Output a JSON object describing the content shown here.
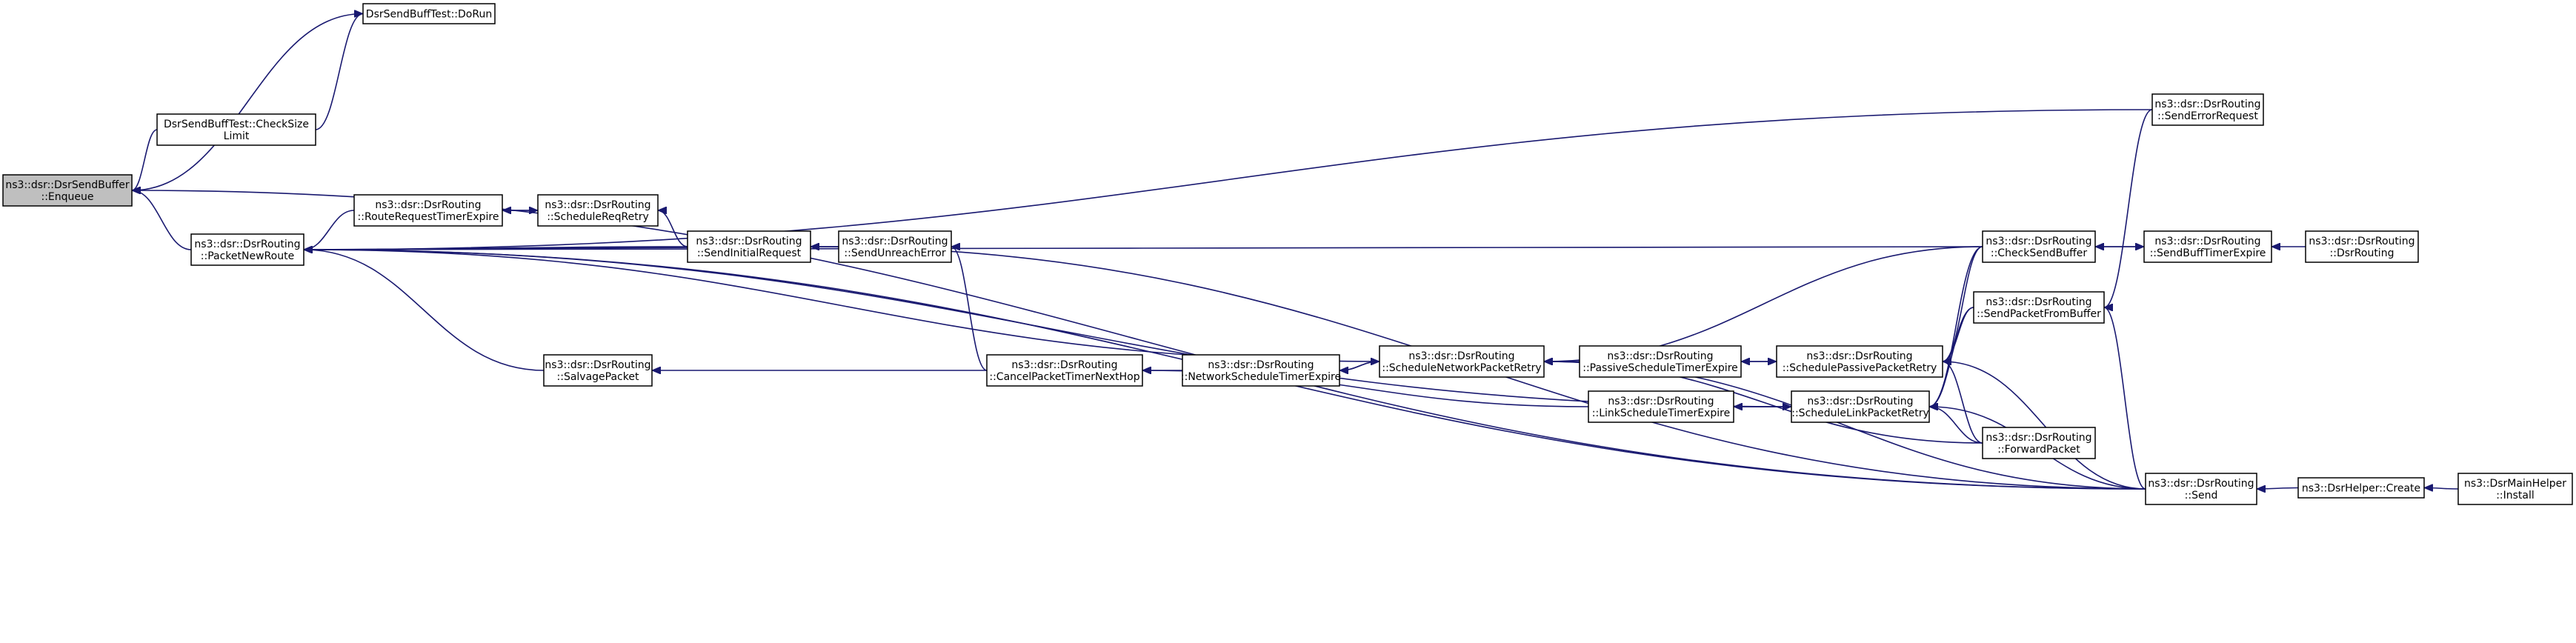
{
  "graph": {
    "nodes": [
      {
        "id": "enqueue",
        "lines": [
          "ns3::dsr::DsrSendBuffer",
          "::Enqueue"
        ],
        "root": true
      },
      {
        "id": "dorun",
        "lines": [
          "DsrSendBuffTest::DoRun"
        ]
      },
      {
        "id": "checksize",
        "lines": [
          "DsrSendBuffTest::CheckSize",
          "Limit"
        ]
      },
      {
        "id": "packetnewroute",
        "lines": [
          "ns3::dsr::DsrRouting",
          "::PacketNewRoute"
        ]
      },
      {
        "id": "routerequesttimerexpire",
        "lines": [
          "ns3::dsr::DsrRouting",
          "::RouteRequestTimerExpire"
        ]
      },
      {
        "id": "schedulereqretry",
        "lines": [
          "ns3::dsr::DsrRouting",
          "::ScheduleReqRetry"
        ]
      },
      {
        "id": "sendinitialrequest",
        "lines": [
          "ns3::dsr::DsrRouting",
          "::SendInitialRequest"
        ]
      },
      {
        "id": "sendunreacherror",
        "lines": [
          "ns3::dsr::DsrRouting",
          "::SendUnreachError"
        ]
      },
      {
        "id": "salvagepacket",
        "lines": [
          "ns3::dsr::DsrRouting",
          "::SalvagePacket"
        ]
      },
      {
        "id": "cancelpackettimernexthop",
        "lines": [
          "ns3::dsr::DsrRouting",
          "::CancelPacketTimerNextHop"
        ]
      },
      {
        "id": "networkscheduletimerexpire",
        "lines": [
          "ns3::dsr::DsrRouting",
          "::NetworkScheduleTimerExpire"
        ]
      },
      {
        "id": "schedulenetworkpacketretry",
        "lines": [
          "ns3::dsr::DsrRouting",
          "::ScheduleNetworkPacketRetry"
        ]
      },
      {
        "id": "passivescheduletimerexpire",
        "lines": [
          "ns3::dsr::DsrRouting",
          "::PassiveScheduleTimerExpire"
        ]
      },
      {
        "id": "schedulepassivepacketretry",
        "lines": [
          "ns3::dsr::DsrRouting",
          "::SchedulePassivePacketRetry"
        ]
      },
      {
        "id": "linkscheduletimerexpire",
        "lines": [
          "ns3::dsr::DsrRouting",
          "::LinkScheduleTimerExpire"
        ]
      },
      {
        "id": "schedulelinkpacketretry",
        "lines": [
          "ns3::dsr::DsrRouting",
          "::ScheduleLinkPacketRetry"
        ]
      },
      {
        "id": "forwardpacket",
        "lines": [
          "ns3::dsr::DsrRouting",
          "::ForwardPacket"
        ]
      },
      {
        "id": "checksendbuffer",
        "lines": [
          "ns3::dsr::DsrRouting",
          "::CheckSendBuffer"
        ]
      },
      {
        "id": "sendpacketfrombuffer",
        "lines": [
          "ns3::dsr::DsrRouting",
          "::SendPacketFromBuffer"
        ]
      },
      {
        "id": "senderrorrequest",
        "lines": [
          "ns3::dsr::DsrRouting",
          "::SendErrorRequest"
        ]
      },
      {
        "id": "sendbufftimerexpire",
        "lines": [
          "ns3::dsr::DsrRouting",
          "::SendBuffTimerExpire"
        ]
      },
      {
        "id": "dsrrouting",
        "lines": [
          "ns3::dsr::DsrRouting",
          "::DsrRouting"
        ]
      },
      {
        "id": "send",
        "lines": [
          "ns3::dsr::DsrRouting",
          "::Send"
        ]
      },
      {
        "id": "helpercreate",
        "lines": [
          "ns3::DsrHelper::Create"
        ]
      },
      {
        "id": "mainhelperinstall",
        "lines": [
          "ns3::DsrMainHelper",
          "::Install"
        ]
      }
    ],
    "edges": [
      {
        "from": "dorun",
        "to": "enqueue"
      },
      {
        "from": "checksize",
        "to": "enqueue"
      },
      {
        "from": "packetnewroute",
        "to": "enqueue"
      },
      {
        "from": "send",
        "to": "enqueue"
      },
      {
        "from": "checksize",
        "to": "dorun"
      },
      {
        "from": "routerequesttimerexpire",
        "to": "packetnewroute"
      },
      {
        "from": "sendinitialrequest",
        "to": "packetnewroute"
      },
      {
        "from": "salvagepacket",
        "to": "packetnewroute"
      },
      {
        "from": "senderrorrequest",
        "to": "packetnewroute"
      },
      {
        "from": "sendunreacherror",
        "to": "packetnewroute"
      },
      {
        "from": "schedulenetworkpacketretry",
        "to": "packetnewroute"
      },
      {
        "from": "schedulelinkpacketretry",
        "to": "packetnewroute"
      },
      {
        "from": "checksendbuffer",
        "to": "packetnewroute"
      },
      {
        "from": "send",
        "to": "packetnewroute"
      },
      {
        "from": "schedulereqretry",
        "to": "routerequesttimerexpire"
      },
      {
        "from": "routerequesttimerexpire",
        "to": "schedulereqretry"
      },
      {
        "from": "sendinitialrequest",
        "to": "schedulereqretry"
      },
      {
        "from": "sendunreacherror",
        "to": "sendinitialrequest"
      },
      {
        "from": "send",
        "to": "sendinitialrequest"
      },
      {
        "from": "cancelpackettimernexthop",
        "to": "sendunreacherror"
      },
      {
        "from": "cancelpackettimernexthop",
        "to": "salvagepacket"
      },
      {
        "from": "networkscheduletimerexpire",
        "to": "cancelpackettimernexthop"
      },
      {
        "from": "linkscheduletimerexpire",
        "to": "cancelpackettimernexthop"
      },
      {
        "from": "schedulenetworkpacketretry",
        "to": "networkscheduletimerexpire"
      },
      {
        "from": "networkscheduletimerexpire",
        "to": "schedulenetworkpacketretry"
      },
      {
        "from": "passivescheduletimerexpire",
        "to": "schedulenetworkpacketretry"
      },
      {
        "from": "checksendbuffer",
        "to": "schedulenetworkpacketretry"
      },
      {
        "from": "forwardpacket",
        "to": "schedulenetworkpacketretry"
      },
      {
        "from": "send",
        "to": "schedulenetworkpacketretry"
      },
      {
        "from": "schedulepassivepacketretry",
        "to": "passivescheduletimerexpire"
      },
      {
        "from": "passivescheduletimerexpire",
        "to": "schedulepassivepacketretry"
      },
      {
        "from": "checksendbuffer",
        "to": "schedulepassivepacketretry"
      },
      {
        "from": "sendpacketfrombuffer",
        "to": "schedulepassivepacketretry"
      },
      {
        "from": "forwardpacket",
        "to": "schedulepassivepacketretry"
      },
      {
        "from": "send",
        "to": "schedulepassivepacketretry"
      },
      {
        "from": "schedulelinkpacketretry",
        "to": "linkscheduletimerexpire"
      },
      {
        "from": "linkscheduletimerexpire",
        "to": "schedulelinkpacketretry"
      },
      {
        "from": "checksendbuffer",
        "to": "schedulelinkpacketretry"
      },
      {
        "from": "sendpacketfrombuffer",
        "to": "schedulelinkpacketretry"
      },
      {
        "from": "forwardpacket",
        "to": "schedulelinkpacketretry"
      },
      {
        "from": "send",
        "to": "schedulelinkpacketretry"
      },
      {
        "from": "sendbufftimerexpire",
        "to": "checksendbuffer"
      },
      {
        "from": "checksendbuffer",
        "to": "sendbufftimerexpire"
      },
      {
        "from": "senderrorrequest",
        "to": "sendpacketfrombuffer"
      },
      {
        "from": "send",
        "to": "sendpacketfrombuffer"
      },
      {
        "from": "dsrrouting",
        "to": "sendbufftimerexpire"
      },
      {
        "from": "helpercreate",
        "to": "send"
      },
      {
        "from": "mainhelperinstall",
        "to": "helpercreate"
      }
    ]
  }
}
